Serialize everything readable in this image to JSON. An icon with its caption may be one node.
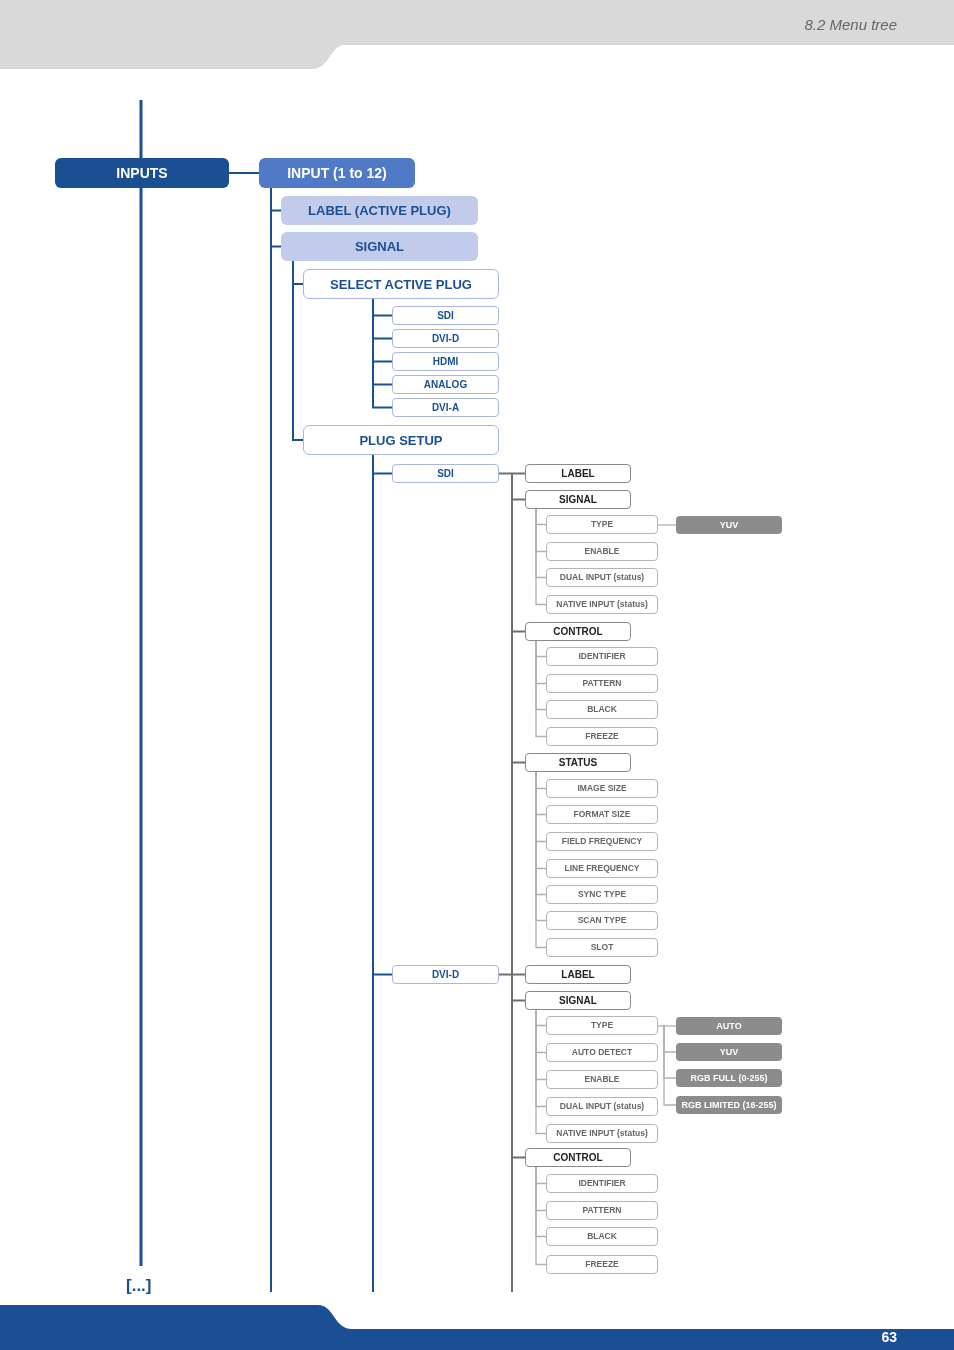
{
  "diagram": {
    "nodes": [
      {
        "text": [
          "INPUTS"
        ]
      },
      {
        "text": [
          "INPUT (1 to 12)"
        ]
      },
      {
        "text": [
          "LABEL (ACTIVE PLUG)"
        ]
      },
      {
        "text": [
          "SIGNAL"
        ]
      },
      {
        "text": [
          "SELECT ACTIVE PLUG"
        ]
      },
      {
        "text": [
          "SDI"
        ]
      },
      {
        "text": [
          "DVI-D"
        ]
      },
      {
        "text": [
          "HDMI"
        ]
      },
      {
        "text": [
          "ANALOG"
        ]
      },
      {
        "text": [
          "DVI-A"
        ]
      },
      {
        "text": [
          "PLUG SETUP"
        ]
      },
      {
        "text": [
          "SDI"
        ]
      },
      {
        "text": [
          "LABEL"
        ]
      },
      {
        "text": [
          "SIGNAL"
        ]
      },
      {
        "text": [
          "TYPE"
        ]
      },
      {
        "text": [
          "YUV"
        ]
      },
      {
        "text": [
          "ENABLE"
        ]
      },
      {
        "text": [
          "DUAL INPUT (status)"
        ]
      },
      {
        "text": [
          "NATIVE INPUT (status)"
        ]
      },
      {
        "text": [
          "CONTROL"
        ]
      },
      {
        "text": [
          "IDENTIFIER"
        ]
      },
      {
        "text": [
          "PATTERN"
        ]
      },
      {
        "text": [
          "BLACK"
        ]
      },
      {
        "text": [
          "FREEZE"
        ]
      },
      {
        "text": [
          "STATUS"
        ]
      },
      {
        "text": [
          "IMAGE SIZE"
        ]
      },
      {
        "text": [
          "FORMAT SIZE"
        ]
      },
      {
        "text": [
          "FIELD FREQUENCY"
        ]
      },
      {
        "text": [
          "LINE FREQUENCY"
        ]
      },
      {
        "text": [
          "SYNC TYPE"
        ]
      },
      {
        "text": [
          "SCAN TYPE"
        ]
      },
      {
        "text": [
          "SLOT"
        ]
      },
      {
        "text": [
          "DVI-D"
        ]
      },
      {
        "text": [
          "LABEL"
        ]
      },
      {
        "text": [
          "SIGNAL"
        ]
      },
      {
        "text": [
          "TYPE"
        ]
      },
      {
        "text": [
          "AUTO"
        ]
      },
      {
        "text": [
          "YUV"
        ]
      },
      {
        "text": [
          "RGB FULL (0-255)"
        ]
      },
      {
        "text": [
          "RGB LIMITED (16-255)"
        ]
      },
      {
        "text": [
          "AUTO DETECT"
        ]
      },
      {
        "text": [
          "ENABLE"
        ]
      },
      {
        "text": [
          "DUAL INPUT (status)"
        ]
      },
      {
        "text": [
          "NATIVE INPUT (status)"
        ]
      },
      {
        "text": [
          "CONTROL"
        ]
      },
      {
        "text": [
          "IDENTIFIER"
        ]
      },
      {
        "text": [
          "PATTERN"
        ]
      },
      {
        "text": [
          "BLACK"
        ]
      },
      {
        "text": [
          "FREEZE"
        ]
      }
    ],
    "edges": [
      {
        "from": 0,
        "to": 1,
        "arrow": "none",
        "color": "#1a4f93"
      },
      {
        "from": 1,
        "to": 2,
        "arrow": "none",
        "color": "#1a4f93"
      },
      {
        "from": 1,
        "to": 3,
        "arrow": "none",
        "color": "#1a4f93"
      },
      {
        "from": 3,
        "to": 4,
        "arrow": "none",
        "color": "#1a4f93"
      },
      {
        "from": 3,
        "to": 10,
        "arrow": "none",
        "color": "#1a4f93"
      },
      {
        "from": 4,
        "to": 5,
        "arrow": "none",
        "color": "#1a4f93"
      },
      {
        "from": 4,
        "to": 6,
        "arrow": "none",
        "color": "#1a4f93"
      },
      {
        "from": 4,
        "to": 7,
        "arrow": "none",
        "color": "#1a4f93"
      },
      {
        "from": 4,
        "to": 8,
        "arrow": "none",
        "color": "#1a4f93"
      },
      {
        "from": 4,
        "to": 9,
        "arrow": "none",
        "color": "#1a4f93"
      },
      {
        "from": 10,
        "to": 11,
        "arrow": "none",
        "color": "#1a4f93"
      },
      {
        "from": 10,
        "to": 32,
        "arrow": "none",
        "color": "#1a4f93"
      },
      {
        "from": 11,
        "to": 12,
        "arrow": "none",
        "color": "#6f6f6f"
      },
      {
        "from": 11,
        "to": 13,
        "arrow": "none",
        "color": "#6f6f6f"
      },
      {
        "from": 11,
        "to": 19,
        "arrow": "none",
        "color": "#6f6f6f"
      },
      {
        "from": 11,
        "to": 24,
        "arrow": "none",
        "color": "#6f6f6f"
      },
      {
        "from": 13,
        "to": 14,
        "arrow": "none"
      },
      {
        "from": 13,
        "to": 16,
        "arrow": "none"
      },
      {
        "from": 13,
        "to": 17,
        "arrow": "none"
      },
      {
        "from": 13,
        "to": 18,
        "arrow": "none"
      },
      {
        "from": 14,
        "to": 15,
        "arrow": "none"
      },
      {
        "from": 19,
        "to": 20,
        "arrow": "none"
      },
      {
        "from": 19,
        "to": 21,
        "arrow": "none"
      },
      {
        "from": 19,
        "to": 22,
        "arrow": "none"
      },
      {
        "from": 19,
        "to": 23,
        "arrow": "none"
      },
      {
        "from": 24,
        "to": 25,
        "arrow": "none"
      },
      {
        "from": 24,
        "to": 26,
        "arrow": "none"
      },
      {
        "from": 24,
        "to": 27,
        "arrow": "none"
      },
      {
        "from": 24,
        "to": 28,
        "arrow": "none"
      },
      {
        "from": 24,
        "to": 29,
        "arrow": "none"
      },
      {
        "from": 24,
        "to": 30,
        "arrow": "none"
      },
      {
        "from": 24,
        "to": 31,
        "arrow": "none"
      },
      {
        "from": 32,
        "to": 33,
        "arrow": "none",
        "color": "#6f6f6f"
      },
      {
        "from": 32,
        "to": 34,
        "arrow": "none",
        "color": "#6f6f6f"
      },
      {
        "from": 32,
        "to": 44,
        "arrow": "none",
        "color": "#6f6f6f"
      },
      {
        "from": 34,
        "to": 35,
        "arrow": "none"
      },
      {
        "from": 34,
        "to": 40,
        "arrow": "none"
      },
      {
        "from": 34,
        "to": 41,
        "arrow": "none"
      },
      {
        "from": 34,
        "to": 42,
        "arrow": "none"
      },
      {
        "from": 34,
        "to": 43,
        "arrow": "none"
      },
      {
        "from": 35,
        "to": 36,
        "arrow": "none"
      },
      {
        "from": 35,
        "to": 37,
        "arrow": "none"
      },
      {
        "from": 35,
        "to": 38,
        "arrow": "none"
      },
      {
        "from": 35,
        "to": 39,
        "arrow": "none"
      },
      {
        "from": 44,
        "to": 45,
        "arrow": "none"
      },
      {
        "from": 44,
        "to": 46,
        "arrow": "none"
      },
      {
        "from": 44,
        "to": 47,
        "arrow": "none"
      },
      {
        "from": 44,
        "to": 48,
        "arrow": "none"
      }
    ],
    "labels": [
      "8.2 Menu tree",
      "[...]",
      "63"
    ]
  }
}
